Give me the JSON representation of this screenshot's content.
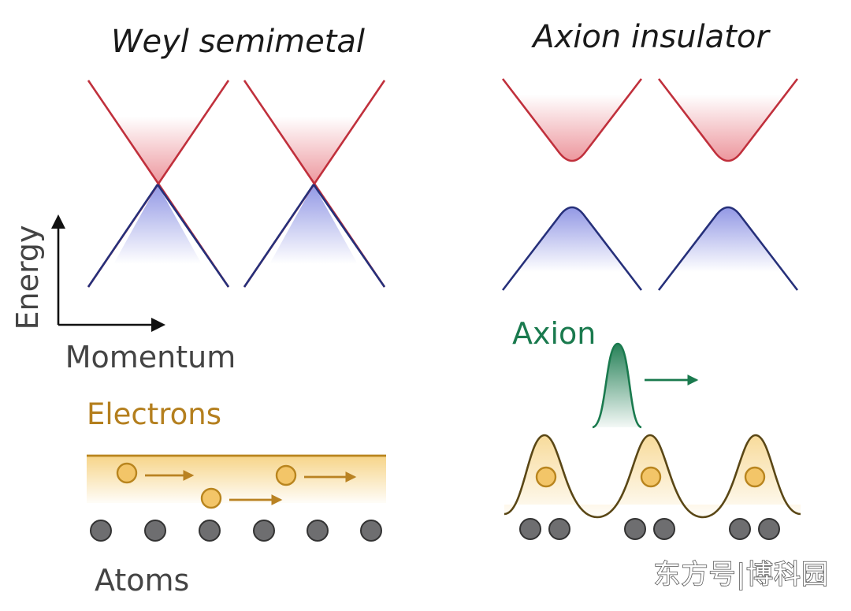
{
  "titles": {
    "left": "Weyl semimetal",
    "right": "Axion insulator"
  },
  "axes": {
    "y_label": "Energy",
    "x_label": "Momentum"
  },
  "labels": {
    "electrons": "Electrons",
    "atoms": "Atoms",
    "axion": "Axion"
  },
  "watermark": "东方号|博科园",
  "colors": {
    "conduction_band": "#c0303c",
    "valence_band": "#26307a",
    "electron_fill": "#f3c568",
    "electron_stroke": "#b9851e",
    "electron_text": "#b47f1e",
    "atom_fill": "#6e6e70",
    "axion": "#1a7a4e"
  }
}
